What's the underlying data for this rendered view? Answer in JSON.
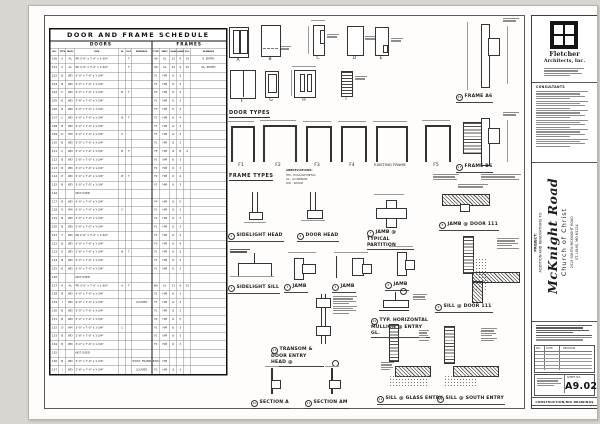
{
  "schedule": {
    "title": "DOOR AND FRAME SCHEDULE",
    "group_doors": "DOORS",
    "group_frames": "FRAMES",
    "door_cols": [
      "NO.",
      "TYPE",
      "MATL",
      "SIZE",
      "UL",
      "GLZ",
      "REMARKS"
    ],
    "frame_cols": [
      "TYPE",
      "MATL",
      "HEAD",
      "JAMB",
      "SILL",
      "REMARKS"
    ],
    "rows": [
      [
        "100",
        "A",
        "AL",
        "PR 3'-0\" x 7'-0\" x 1-3/4\"",
        "",
        "T",
        "",
        "A6",
        "AL",
        "13",
        "9",
        "14",
        "S. ENTRY"
      ],
      [
        "101",
        "A",
        "AL",
        "PR 3'-0\" x 7'-0\" x 1-3/4\"",
        "",
        "T",
        "",
        "A6",
        "AL",
        "13",
        "9",
        "15",
        "GL. ENTRY"
      ],
      [
        "102",
        "B",
        "WD",
        "3'-0\" x 7'-0\" x 1-3/4\"",
        "",
        "",
        "",
        "F1",
        "HM",
        "6",
        "3",
        "",
        ""
      ],
      [
        "103",
        "B",
        "WD",
        "3'-0\" x 7'-0\" x 1-3/4\"",
        "",
        "",
        "",
        "F1",
        "HM",
        "6",
        "3",
        "",
        ""
      ],
      [
        "104",
        "C",
        "WD",
        "3'-0\" x 7'-0\" x 1-3/4\"",
        "B",
        "T",
        "",
        "F2",
        "HM",
        "6",
        "4",
        "",
        ""
      ],
      [
        "105",
        "B",
        "WD",
        "2'-8\" x 7'-0\" x 1-3/4\"",
        "",
        "",
        "",
        "F1",
        "HM",
        "6",
        "3",
        "",
        ""
      ],
      [
        "106",
        "B",
        "WD",
        "3'-0\" x 7'-0\" x 1-3/4\"",
        "",
        "",
        "",
        "F3",
        "HM",
        "6",
        "4",
        "",
        ""
      ],
      [
        "107",
        "C",
        "WD",
        "3'-0\" x 7'-0\" x 1-3/4\"",
        "B",
        "T",
        "",
        "F2",
        "HM",
        "6",
        "4",
        "",
        ""
      ],
      [
        "108",
        "B",
        "WD",
        "3'-0\" x 7'-0\" x 1-3/4\"",
        "",
        "",
        "",
        "F1",
        "HM",
        "6",
        "3",
        "",
        ""
      ],
      [
        "109",
        "D",
        "HM",
        "3'-0\" x 7'-0\" x 1-3/4\"",
        "C",
        "",
        "",
        "F1",
        "HM",
        "6",
        "3",
        "",
        ""
      ],
      [
        "110",
        "B",
        "WD",
        "3'-0\" x 7'-0\" x 1-3/4\"",
        "",
        "",
        "",
        "F1",
        "HM",
        "6",
        "3",
        "",
        ""
      ],
      [
        "111",
        "C",
        "WD",
        "3'-0\" x 7'-0\" x 1-3/4\"",
        "B",
        "T",
        "",
        "F5",
        "HM",
        "8",
        "8",
        "9",
        ""
      ],
      [
        "112",
        "B",
        "WD",
        "2'-8\" x 7'-0\" x 1-3/4\"",
        "",
        "",
        "",
        "F1",
        "HM",
        "6",
        "3",
        "",
        ""
      ],
      [
        "113",
        "B",
        "WD",
        "3'-0\" x 7'-0\" x 1-3/4\"",
        "",
        "",
        "",
        "F1",
        "HM",
        "6",
        "3",
        "",
        ""
      ],
      [
        "114",
        "E",
        "WD",
        "3'-0\" x 7'-0\" x 1-3/4\"",
        "B",
        "T",
        "",
        "F2",
        "HM",
        "6",
        "4",
        "",
        ""
      ],
      [
        "115",
        "B",
        "WD",
        "3'-0\" x 7'-0\" x 1-3/4\"",
        "",
        "",
        "",
        "F1",
        "HM",
        "6",
        "3",
        "",
        ""
      ],
      [
        "116",
        "",
        "",
        "NOT USED",
        "",
        "",
        "",
        "",
        "",
        "",
        "",
        "",
        ""
      ],
      [
        "117",
        "B",
        "WD",
        "3'-0\" x 7'-0\" x 1-3/4\"",
        "",
        "",
        "",
        "F4",
        "HM",
        "6",
        "5",
        "",
        ""
      ],
      [
        "118",
        "D",
        "HM",
        "3'-0\" x 7'-0\" x 1-3/4\"",
        "C",
        "",
        "",
        "F1",
        "HM",
        "6",
        "3",
        "",
        ""
      ],
      [
        "119",
        "B",
        "WD",
        "3'-0\" x 7'-0\" x 1-3/4\"",
        "",
        "",
        "",
        "F1",
        "HM",
        "6",
        "3",
        "",
        ""
      ],
      [
        "120",
        "B",
        "WD",
        "2'-8\" x 7'-0\" x 1-3/4\"",
        "",
        "",
        "",
        "F1",
        "HM",
        "6",
        "3",
        "",
        ""
      ],
      [
        "121",
        "F",
        "WD",
        "PR 2'-6\" x 7'-0\" x 1-3/4\"",
        "",
        "",
        "",
        "F1",
        "HM",
        "6",
        "3",
        "",
        ""
      ],
      [
        "122",
        "B",
        "WD",
        "3'-0\" x 7'-0\" x 1-3/4\"",
        "",
        "",
        "",
        "F3",
        "HM",
        "6",
        "4",
        "",
        ""
      ],
      [
        "123",
        "G",
        "WD",
        "2'-8\" x 7'-0\" x 1-3/4\"",
        "B",
        "T",
        "",
        "F1",
        "HM",
        "6",
        "3",
        "",
        ""
      ],
      [
        "124",
        "B",
        "WD",
        "3'-0\" x 7'-0\" x 1-3/4\"",
        "",
        "",
        "",
        "F1",
        "HM",
        "6",
        "3",
        "",
        ""
      ],
      [
        "125",
        "B",
        "WD",
        "3'-0\" x 7'-0\" x 1-3/4\"",
        "",
        "",
        "",
        "F1",
        "HM",
        "6",
        "3",
        "",
        ""
      ],
      [
        "126",
        "",
        "",
        "NOT USED",
        "",
        "",
        "",
        "",
        "",
        "",
        "",
        "",
        ""
      ],
      [
        "127",
        "H",
        "AL",
        "PR 3'-0\" x 7'-0\" x 1-3/4\"",
        "A",
        "T",
        "",
        "B6",
        "AL",
        "13",
        "9",
        "15",
        ""
      ],
      [
        "128",
        "B",
        "WD",
        "3'-0\" x 7'-0\" x 1-3/4\"",
        "",
        "",
        "",
        "F1",
        "HM",
        "6",
        "3",
        "",
        ""
      ],
      [
        "129",
        "I",
        "WD",
        "2'-8\" x 7'-0\" x 1-3/4\"",
        "",
        "",
        "LOUVER",
        "F1",
        "HM",
        "6",
        "3",
        "",
        ""
      ],
      [
        "130",
        "B",
        "WD",
        "3'-0\" x 7'-0\" x 1-3/4\"",
        "",
        "",
        "",
        "F1",
        "HM",
        "6",
        "3",
        "",
        ""
      ],
      [
        "131",
        "B",
        "WD",
        "3'-0\" x 7'-0\" x 1-3/4\"",
        "",
        "",
        "",
        "F4",
        "HM",
        "6",
        "5",
        "",
        ""
      ],
      [
        "132",
        "D",
        "HM",
        "3'-0\" x 7'-0\" x 1-3/4\"",
        "C",
        "",
        "",
        "F1",
        "HM",
        "6",
        "3",
        "",
        ""
      ],
      [
        "133",
        "B",
        "WD",
        "2'-8\" x 7'-0\" x 1-3/4\"",
        "",
        "",
        "",
        "F1",
        "HM",
        "6",
        "3",
        "",
        ""
      ],
      [
        "134",
        "B",
        "WD",
        "3'-0\" x 7'-0\" x 1-3/4\"",
        "",
        "",
        "",
        "F1",
        "HM",
        "6",
        "3",
        "",
        ""
      ],
      [
        "135",
        "",
        "",
        "NOT USED",
        "",
        "",
        "",
        "",
        "",
        "",
        "",
        "",
        ""
      ],
      [
        "136",
        "B",
        "WD",
        "3'-0\" x 7'-0\" x 1-3/4\"",
        "",
        "",
        "EXIST. FRAME",
        "EXIST",
        "HM",
        "",
        "",
        "",
        ""
      ],
      [
        "137",
        "I",
        "WD",
        "2'-8\" x 7'-0\" x 1-3/4\"",
        "",
        "",
        "LOUVER",
        "F1",
        "HM",
        "6",
        "3",
        "",
        ""
      ]
    ]
  },
  "door_types": {
    "label": "DOOR TYPES",
    "letters": [
      "A",
      "B",
      "C",
      "D",
      "E",
      "F",
      "G",
      "H",
      "I"
    ]
  },
  "frame_types": {
    "label": "FRAME TYPES",
    "labels": [
      "F1",
      "F2",
      "F3",
      "F4",
      "EXISTING FRAME",
      "F5"
    ]
  },
  "legend": {
    "heading": "ABBREVIATIONS:",
    "items": [
      "HM - HOLLOW METAL",
      "AL - ALUMINUM",
      "WD - WOOD"
    ]
  },
  "details": [
    {
      "num": "1",
      "title": "SIDELIGHT HEAD"
    },
    {
      "num": "6",
      "title": "DOOR HEAD"
    },
    {
      "num": "7",
      "title": "JAMB @ TYPICAL PARTITION"
    },
    {
      "num": "2",
      "title": "SIDELIGHT SILL"
    },
    {
      "num": "3",
      "title": "JAMB"
    },
    {
      "num": "4",
      "title": "JAMB"
    },
    {
      "num": "5",
      "title": "JAMB"
    },
    {
      "num": "8",
      "title": "JAMB @ DOOR 111"
    },
    {
      "num": "9",
      "title": "SILL @ DOOR 111"
    },
    {
      "num": "12",
      "title": "TYP. HORIZONTAL MULLION @ ENTRY GL."
    },
    {
      "num": "13",
      "title": "TRANSOM & DOOR ENTRY HEAD @"
    },
    {
      "num": "10",
      "title": "SECTION A"
    },
    {
      "num": "11",
      "title": "SECTION AM"
    },
    {
      "num": "14",
      "title": "SILL @ GLASS ENTRY"
    },
    {
      "num": "15",
      "title": "SILL @ SOUTH ENTRY"
    },
    {
      "num": "16",
      "title": "FRAME A6"
    },
    {
      "num": "17",
      "title": "FRAME B6"
    }
  ],
  "titleblock": {
    "firm_line1": "Fletcher",
    "firm_line2": "Architects, Inc.",
    "consultants_heading": "CONSULTANTS",
    "project_label": "PROJECT:",
    "project_sub": "ADDITION AND RENOVATIONS TO",
    "project_name": "McKnight Road",
    "project_name2": "Church of Christ",
    "address1": "2515 SOUTH MCKNIGHT ROAD",
    "address2": "ST. LOUIS, MO 63124",
    "rev_cols": [
      "NO.",
      "DATE",
      "REVISION"
    ],
    "sheet_no_label": "SHEET NO.",
    "sheet_no": "A9.02",
    "footer": "CONSTRUCTION/BID DRAWINGS"
  }
}
